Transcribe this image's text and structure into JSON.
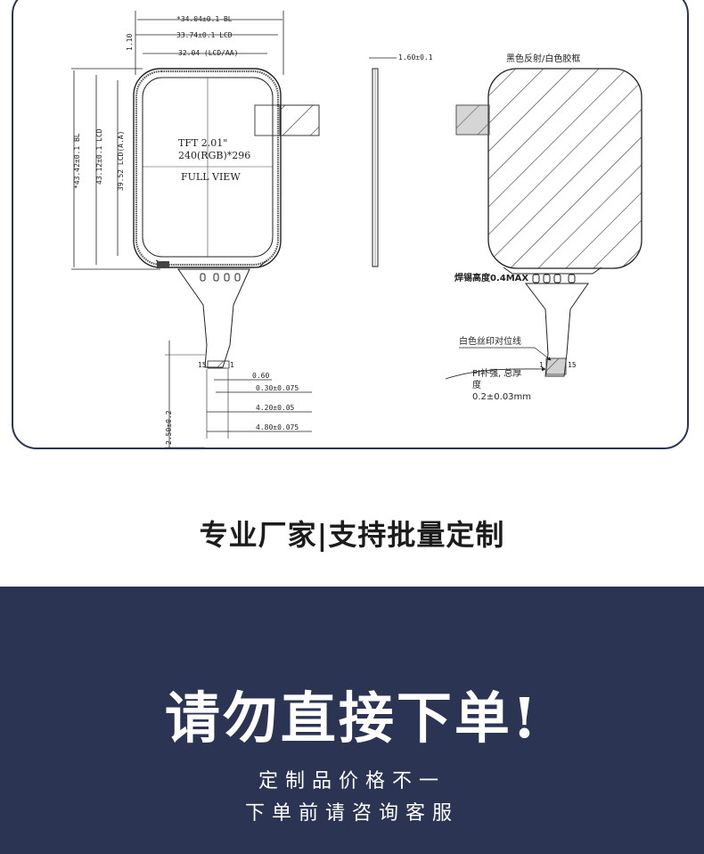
{
  "drawing": {
    "front": {
      "dim_bl_width": "*34.04±0.1 BL",
      "dim_lcd_width": "33.74±0.1 LCD",
      "dim_aa_width": "32.04 (LCD/AA)",
      "dim_top_offset": "1.10",
      "dim_bl_height": "*43.42±0.1 BL",
      "dim_lcd_height": "43.12±0.1 LCD",
      "dim_aa_height": "39.52 LCD(A.A)",
      "panel_label_1": "TFT 2.01\"",
      "panel_label_2": "240(RGB)*296",
      "panel_label_3": "FULL VIEW",
      "pin_first": "15",
      "pin_last": "1",
      "dim_pitch": "0.60",
      "dim_pad_width": "0.30±0.075",
      "dim_pad_span": "4.20±0.05",
      "dim_fpc_width": "4.80±0.075",
      "dim_finger_length": "2.50±0.2"
    },
    "side": {
      "dim_thickness": "1.60±0.1"
    },
    "back": {
      "title": "黑色反射/白色胶框",
      "solder_height": "焊锡高度0.4MAX",
      "silk_note": "白色丝印对位线",
      "pin_first": "1",
      "pin_last": "15",
      "pi_note_1": "PI补强, 总厚",
      "pi_note_2": "度",
      "pi_note_3": "0.2±0.03mm"
    }
  },
  "slogan": "专业厂家|支持批量定制",
  "banner": {
    "title": "请勿直接下单!",
    "line1": "定制品价格不一",
    "line2": "下单前请咨询客服"
  },
  "colors": {
    "navy": "#2b3553",
    "white": "#ffffff",
    "ink": "#222222"
  }
}
